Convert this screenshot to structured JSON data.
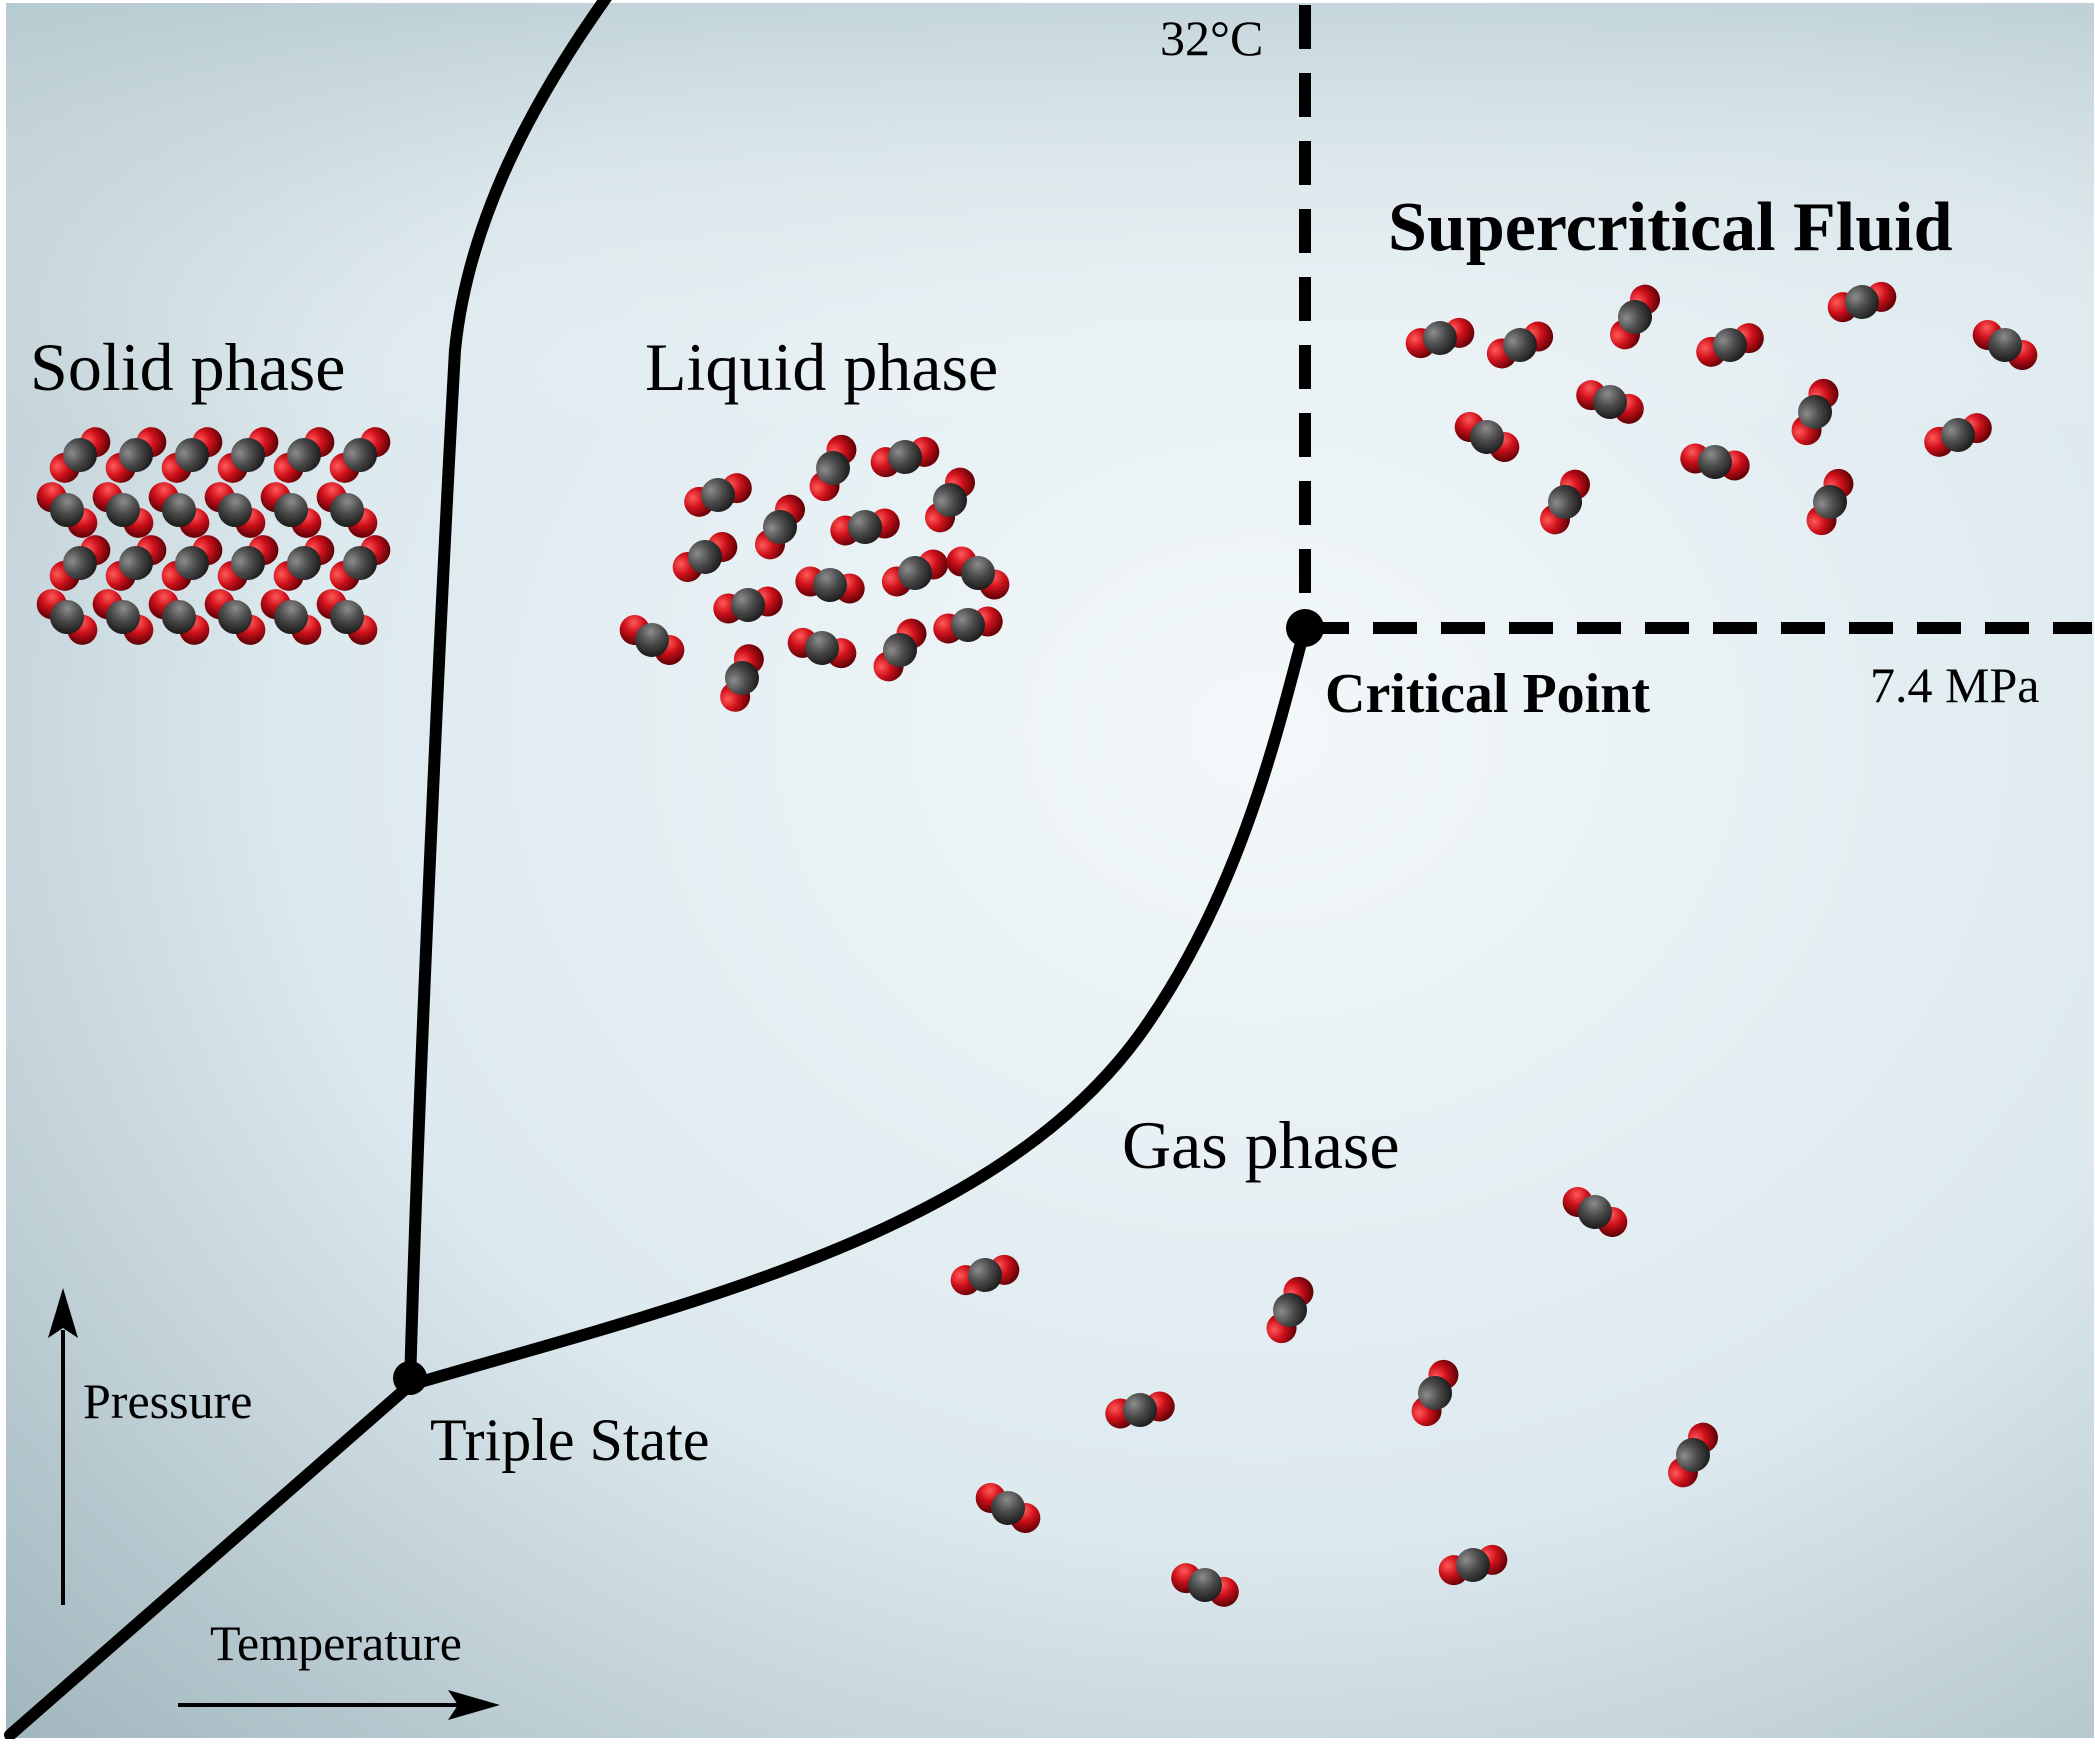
{
  "diagram": {
    "labels": {
      "solid": "Solid phase",
      "liquid": "Liquid phase",
      "gas": "Gas phase",
      "supercritical": "Supercritical Fluid",
      "critical_point": "Critical Point",
      "triple_state": "Triple State",
      "critical_temperature": "32°C",
      "critical_pressure": "7.4 MPa",
      "pressure_axis": "Pressure",
      "temperature_axis": "Temperature"
    },
    "colors": {
      "background_light": "#f3f8fa",
      "background_mid": "#dce9ee",
      "background_dark": "#9fb4bb",
      "line": "#000000",
      "carbon": "#4a4a4a",
      "oxygen": "#d0111b"
    },
    "molecule": {
      "name": "CO2",
      "icon": "co2-molecule-icon"
    }
  }
}
